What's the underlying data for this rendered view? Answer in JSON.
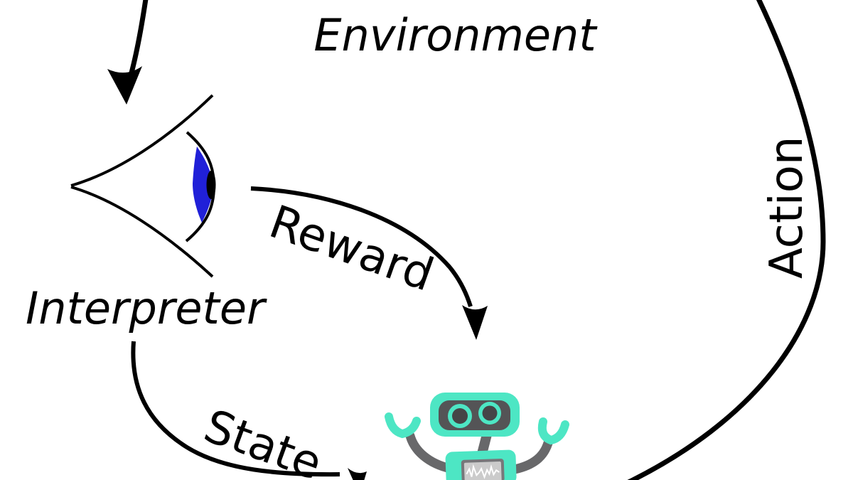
{
  "diagram": {
    "type": "reinforcement-learning-loop",
    "labels": {
      "environment": "Environment",
      "interpreter": "Interpreter",
      "reward": "Reward",
      "state": "State",
      "action": "Action"
    },
    "colors": {
      "background": "#ffffff",
      "line": "#000000",
      "eye_iris_blue": "#2020d8",
      "eye_pupil_black": "#000000",
      "robot_teal": "#4de6c4",
      "robot_dark_gray": "#545456",
      "robot_limb_gray": "#68686a",
      "robot_eye_dark": "#454547",
      "screen_border_gray": "#77777a",
      "screen_background": "#cbcbcb",
      "screen_waveform": "#ffffff"
    }
  }
}
